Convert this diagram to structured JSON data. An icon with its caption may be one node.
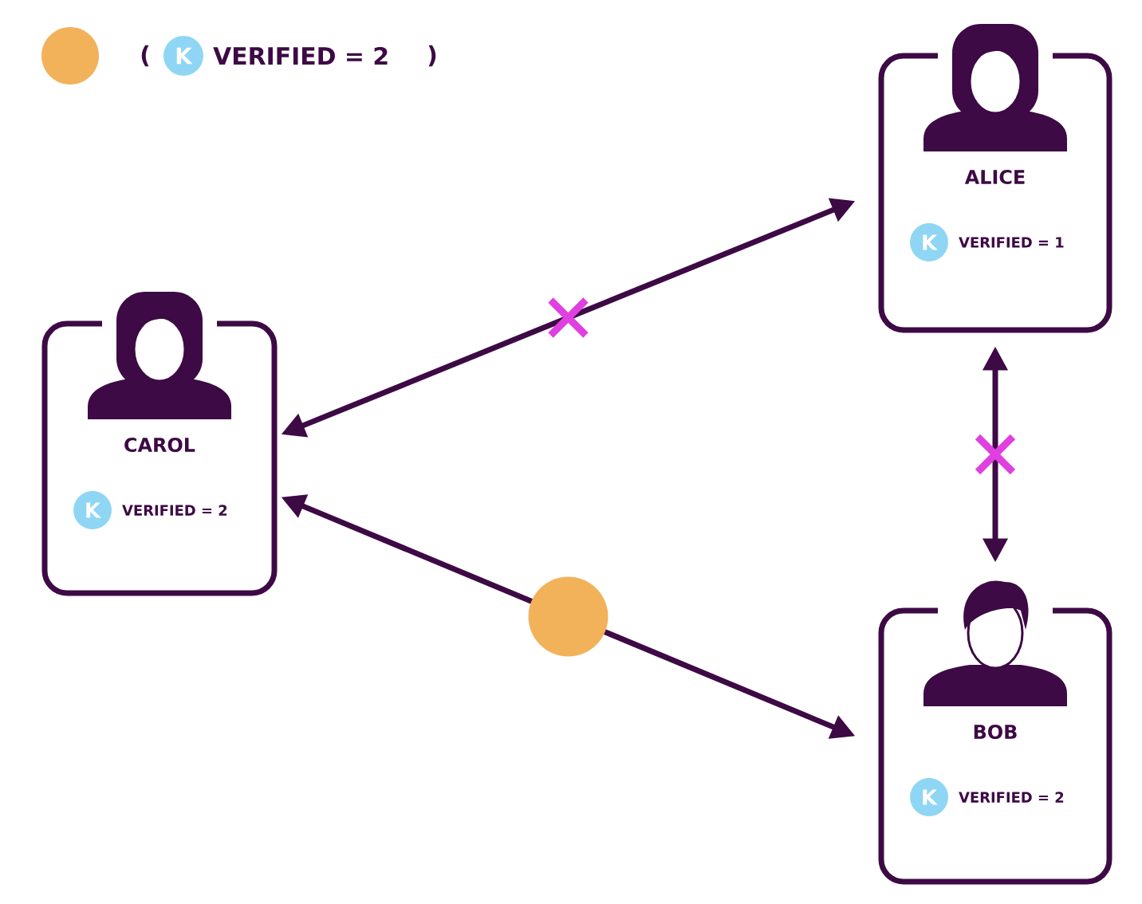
{
  "diagram": {
    "nodes": [
      {
        "text": [
          "ALICE",
          "K",
          "VERIFIED = 1"
        ]
      },
      {
        "text": [
          "CAROL",
          "K",
          "VERIFIED = 2"
        ]
      },
      {
        "text": [
          "BOB",
          "K",
          "VERIFIED = 2"
        ]
      }
    ],
    "edges": [
      {
        "from": 1,
        "to": 0,
        "arrow": "both"
      },
      {
        "from": 0,
        "to": 2,
        "arrow": "both"
      },
      {
        "from": 1,
        "to": 2,
        "arrow": "both"
      }
    ],
    "labels": [
      "(",
      "K",
      ")"
    ],
    "legend": [
      {
        "text": "VERIFIED = 2",
        "color": "#f2b25a"
      }
    ]
  }
}
